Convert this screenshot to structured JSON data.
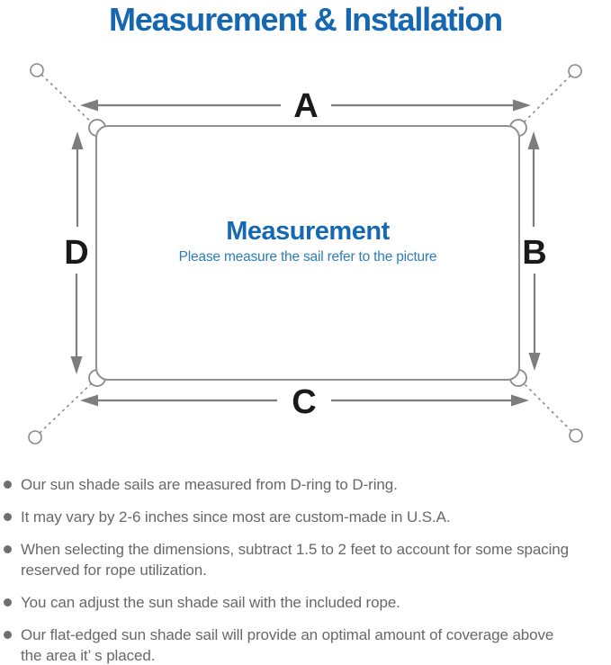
{
  "page": {
    "title": "Measurement & Installation"
  },
  "diagram": {
    "labels": {
      "top": "A",
      "right": "B",
      "bottom": "C",
      "left": "D"
    },
    "center": {
      "title": "Measurement",
      "subtitle": "Please measure the sail refer to the picture"
    }
  },
  "bullets": [
    "Our sun shade sails are measured from D-ring to D-ring.",
    "It may vary by 2-6 inches since most are custom-made in U.S.A.",
    "When selecting the dimensions, subtract 1.5 to 2 feet to account for some spacing\nreserved for rope utilization.",
    "You can adjust the sun shade sail with the included rope.",
    "Our flat-edged sun shade sail will provide an optimal amount of coverage above\nthe area it’ s placed."
  ],
  "colors": {
    "title_blue": "#1567b2",
    "center_title_blue": "#1568b2",
    "subtitle_blue": "#2e7db8",
    "arrow_gray": "#7d7d7d",
    "sail_outline_gray": "#909090",
    "dashed_line_gray": "#8a8a8a",
    "body_text_gray": "#686868",
    "label_black": "#1a1a1a"
  }
}
